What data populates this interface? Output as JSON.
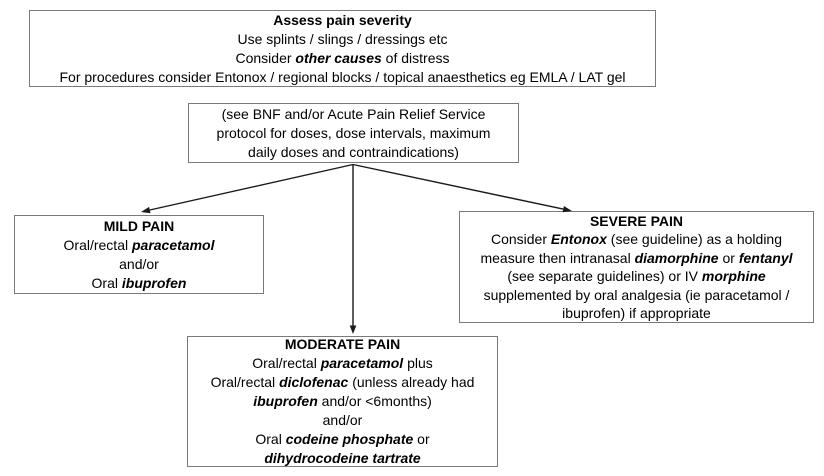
{
  "colors": {
    "background": "#ffffff",
    "box_border": "#7a7a7a",
    "text": "#000000",
    "arrow": "#1a1a1a"
  },
  "flowchart": {
    "boxes": {
      "assess": {
        "lines": [
          [
            {
              "t": "Assess pain severity",
              "s": "b"
            }
          ],
          [
            {
              "t": "Use splints / slings / dressings etc",
              "s": ""
            }
          ],
          [
            {
              "t": "Consider ",
              "s": ""
            },
            {
              "t": "other causes",
              "s": "bi"
            },
            {
              "t": " of distress",
              "s": ""
            }
          ],
          [
            {
              "t": "For procedures consider Entonox / regional blocks / topical anaesthetics eg EMLA / LAT gel",
              "s": ""
            }
          ]
        ]
      },
      "protocol": {
        "lines": [
          [
            {
              "t": "(see BNF and/or Acute Pain Relief Service",
              "s": ""
            }
          ],
          [
            {
              "t": "protocol for doses, dose intervals, maximum",
              "s": ""
            }
          ],
          [
            {
              "t": "daily doses and contraindications)",
              "s": ""
            }
          ]
        ]
      },
      "mild": {
        "lines": [
          [
            {
              "t": "MILD PAIN",
              "s": "b"
            }
          ],
          [
            {
              "t": "Oral/rectal ",
              "s": ""
            },
            {
              "t": "paracetamol",
              "s": "bi"
            }
          ],
          [
            {
              "t": "and/or",
              "s": ""
            }
          ],
          [
            {
              "t": "Oral ",
              "s": ""
            },
            {
              "t": "ibuprofen",
              "s": "bi"
            }
          ]
        ]
      },
      "severe": {
        "lines": [
          [
            {
              "t": "SEVERE PAIN",
              "s": "b"
            }
          ],
          [
            {
              "t": "Consider ",
              "s": ""
            },
            {
              "t": "Entonox",
              "s": "bi"
            },
            {
              "t": " (see guideline) as a holding",
              "s": ""
            }
          ],
          [
            {
              "t": "measure then intranasal ",
              "s": ""
            },
            {
              "t": "diamorphine",
              "s": "bi"
            },
            {
              "t": " or ",
              "s": ""
            },
            {
              "t": "fentanyl",
              "s": "bi"
            }
          ],
          [
            {
              "t": "(see separate guidelines) or IV ",
              "s": ""
            },
            {
              "t": "morphine",
              "s": "bi"
            }
          ],
          [
            {
              "t": "supplemented by oral analgesia (ie paracetamol /",
              "s": ""
            }
          ],
          [
            {
              "t": "ibuprofen) if appropriate",
              "s": ""
            }
          ]
        ]
      },
      "moderate": {
        "lines": [
          [
            {
              "t": "MODERATE PAIN",
              "s": "b"
            }
          ],
          [
            {
              "t": "Oral/rectal ",
              "s": ""
            },
            {
              "t": "paracetamol",
              "s": "bi"
            },
            {
              "t": " plus",
              "s": ""
            }
          ],
          [
            {
              "t": "Oral/rectal ",
              "s": ""
            },
            {
              "t": "diclofenac",
              "s": "bi"
            },
            {
              "t": " (unless already had",
              "s": ""
            }
          ],
          [
            {
              "t": "ibuprofen",
              "s": "bi"
            },
            {
              "t": " and/or <6months)",
              "s": ""
            }
          ],
          [
            {
              "t": "and/or",
              "s": ""
            }
          ],
          [
            {
              "t": "Oral ",
              "s": ""
            },
            {
              "t": "codeine phosphate",
              "s": "bi"
            },
            {
              "t": " or",
              "s": ""
            }
          ],
          [
            {
              "t": "dihydrocodeine tartrate",
              "s": "bi"
            }
          ]
        ]
      }
    },
    "arrows": [
      {
        "from": "protocol",
        "to": "mild"
      },
      {
        "from": "protocol",
        "to": "moderate"
      },
      {
        "from": "protocol",
        "to": "severe"
      }
    ]
  }
}
